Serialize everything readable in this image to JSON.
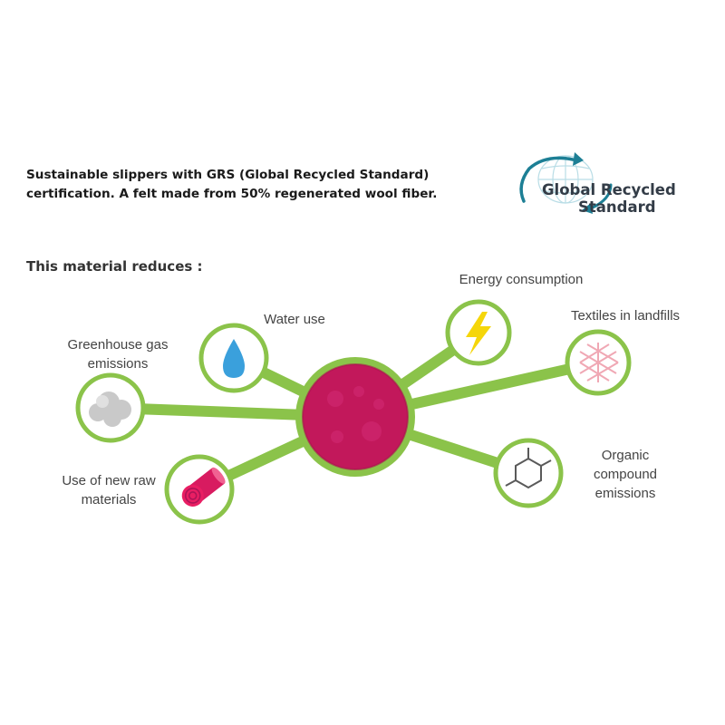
{
  "intro": {
    "line1": "Sustainable slippers with GRS (Global Recycled Standard)",
    "line2": "certification. A felt made from 50% regenerated wool fiber."
  },
  "grs_logo": {
    "line1": "Global Recycled",
    "line2": "Standard",
    "arrow_color": "#1d7f95",
    "globe_color": "#b9dde6"
  },
  "section_title": "This material reduces :",
  "hub": {
    "color": "#c2185b",
    "ring_color": "#8bc34a"
  },
  "items": [
    {
      "id": "greenhouse",
      "icon": "cloud-icon",
      "lines": [
        "Greenhouse gas",
        "emissions"
      ]
    },
    {
      "id": "water",
      "icon": "water-drop-icon",
      "lines": [
        "Water use"
      ]
    },
    {
      "id": "energy",
      "icon": "lightning-bolt-icon",
      "lines": [
        "Energy consumption"
      ]
    },
    {
      "id": "textiles",
      "icon": "fabric-mesh-icon",
      "lines": [
        "Textiles in landfills"
      ]
    },
    {
      "id": "organic",
      "icon": "molecule-icon",
      "lines": [
        "Organic",
        "compound",
        "emissions"
      ]
    },
    {
      "id": "raw",
      "icon": "fabric-roll-icon",
      "lines": [
        "Use of new raw",
        "materials"
      ]
    }
  ],
  "colors": {
    "spoke": "#8bc34a",
    "water": "#3aa0dc",
    "bolt": "#f5d60a",
    "mesh": "#f0a8b4",
    "roll": "#d81b60"
  }
}
